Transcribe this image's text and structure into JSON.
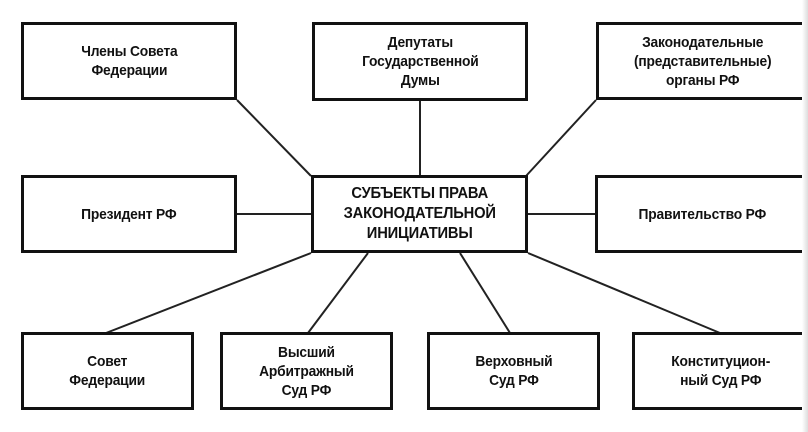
{
  "diagram": {
    "center": "СУБЪЕКТЫ ПРАВА\nЗАКОНОДАТЕЛЬНОЙ\nИНИЦИАТИВЫ",
    "top": [
      "Члены Совета\nФедерации",
      "Депутаты\nГосударственной\nДумы",
      "Законодательные\n(представительные)\nорганы РФ"
    ],
    "middle": [
      "Президент РФ",
      "Правительство РФ"
    ],
    "bottom": [
      "Совет\nФедерации",
      "Высший\nАрбитражный\nСуд РФ",
      "Верховный\nСуд РФ",
      "Конституцион-\nный Суд РФ"
    ]
  }
}
